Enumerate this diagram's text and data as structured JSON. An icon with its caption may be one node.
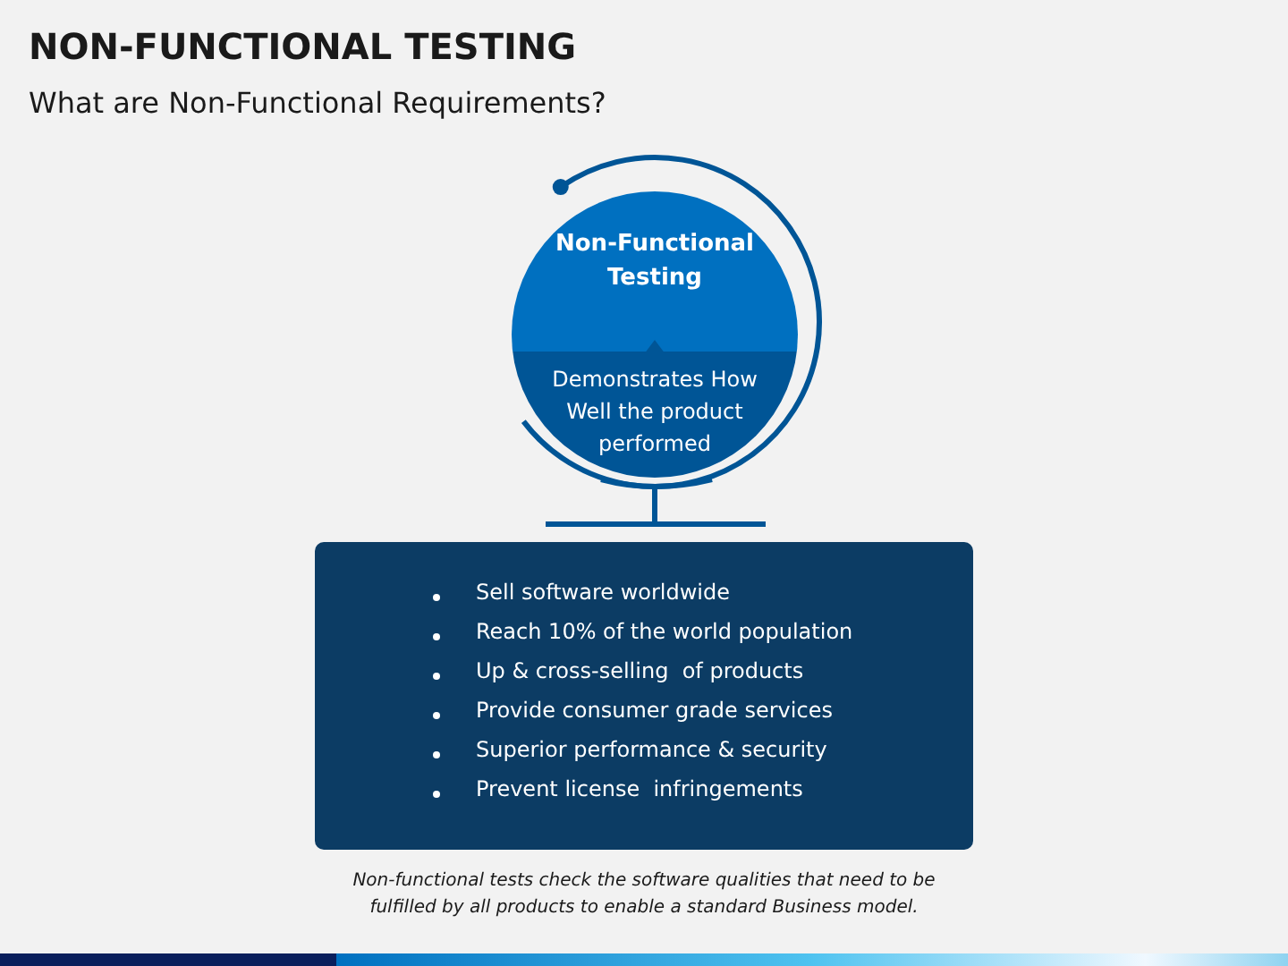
{
  "diagram": {
    "title": "NON-FUNCTIONAL TESTING",
    "caption": "Non-functional tests check the software qualities that need to be fulfilled by all products to enable a standard Business model.",
    "nodes": [
      {
        "text": [
          "Non-Functional Testing",
          "Demonstrates How Well the product performed"
        ]
      },
      {
        "text": [
          "Sell software worldwide",
          "Reach 10% of the world population",
          "Up & cross-selling  of products",
          "Provide consumer grade services",
          "Superior performance & security",
          "Prevent license  infringements"
        ]
      }
    ],
    "edges": [],
    "labels": [
      "What are Non-Functional Requirements?"
    ]
  }
}
